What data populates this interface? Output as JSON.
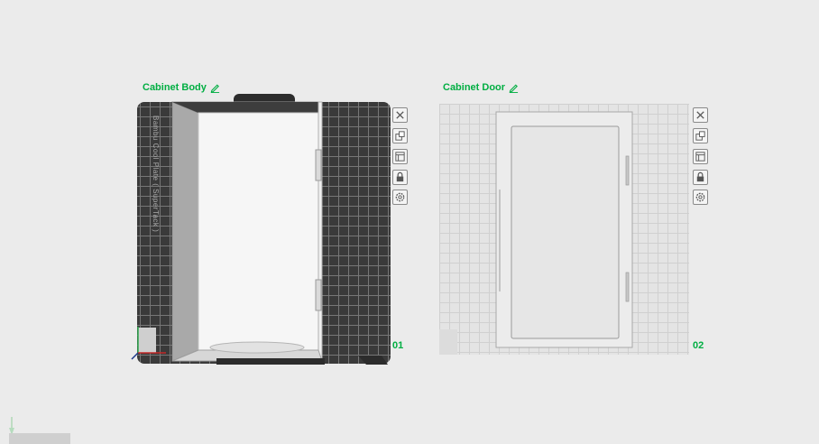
{
  "plates": [
    {
      "name": "Cabinet Body",
      "number": "01",
      "bed_label": "Bambu Cool Plate ( SuperTack )"
    },
    {
      "name": "Cabinet Door",
      "number": "02"
    }
  ],
  "icons": {
    "edit": "pencil-icon",
    "toolbar": [
      "close-icon",
      "arrange-icon",
      "orient-icon",
      "lock-icon",
      "settings-icon"
    ]
  },
  "colors": {
    "accent": "#00ae42",
    "bed_dark": "#3a3a3a",
    "bed_light": "#e4e4e4"
  }
}
